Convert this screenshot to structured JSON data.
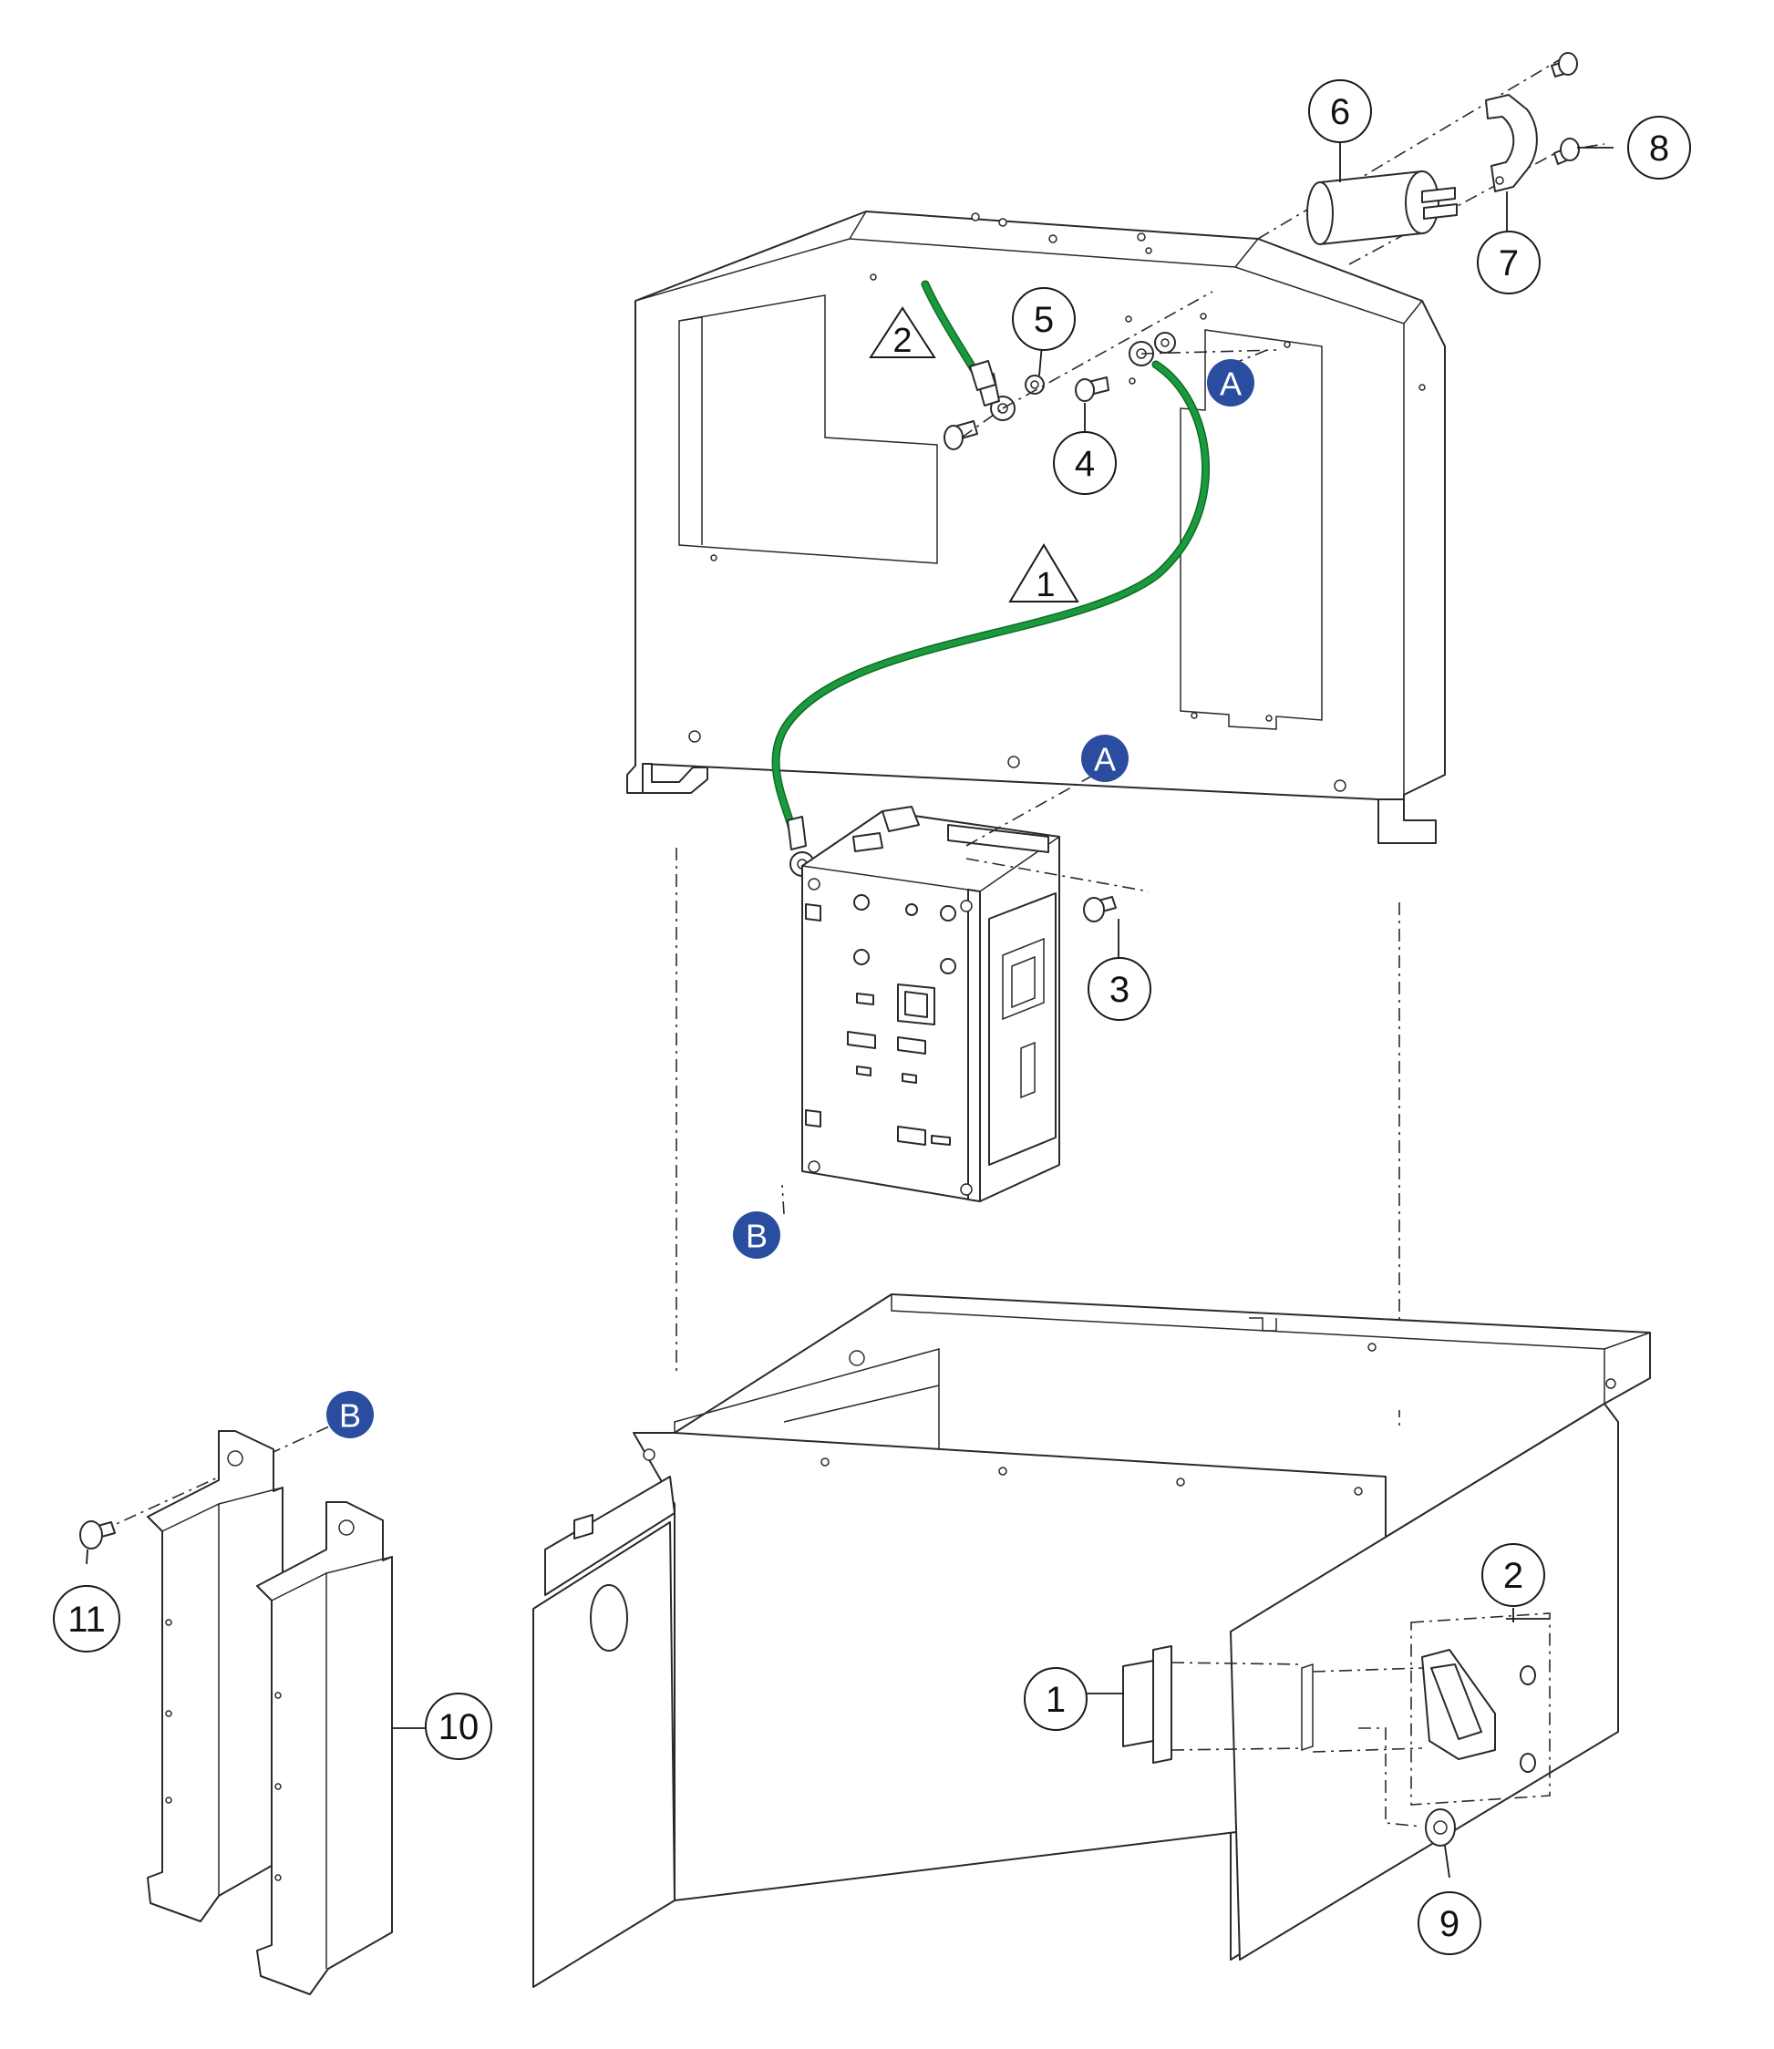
{
  "callouts": [
    {
      "key": "c6",
      "label": "6"
    },
    {
      "key": "c8",
      "label": "8"
    },
    {
      "key": "c7",
      "label": "7"
    },
    {
      "key": "c5",
      "label": "5"
    },
    {
      "key": "c4",
      "label": "4"
    },
    {
      "key": "c3",
      "label": "3"
    },
    {
      "key": "c2",
      "label": "2"
    },
    {
      "key": "c1",
      "label": "1"
    },
    {
      "key": "c9",
      "label": "9"
    },
    {
      "key": "c10",
      "label": "10"
    },
    {
      "key": "c11",
      "label": "11"
    }
  ],
  "references": [
    {
      "key": "refA_top",
      "label": "A"
    },
    {
      "key": "refA_mid",
      "label": "A"
    },
    {
      "key": "refB_mid",
      "label": "B"
    },
    {
      "key": "refB_left",
      "label": "B"
    }
  ],
  "warnings": [
    {
      "key": "tri1",
      "label": "1"
    },
    {
      "key": "tri2",
      "label": "2"
    }
  ],
  "colors": {
    "cable_green": "#1a9a3c",
    "cable_dark": "#0d6b26",
    "reference_blue": "#2b4da0",
    "line": "#2a2a2a"
  }
}
